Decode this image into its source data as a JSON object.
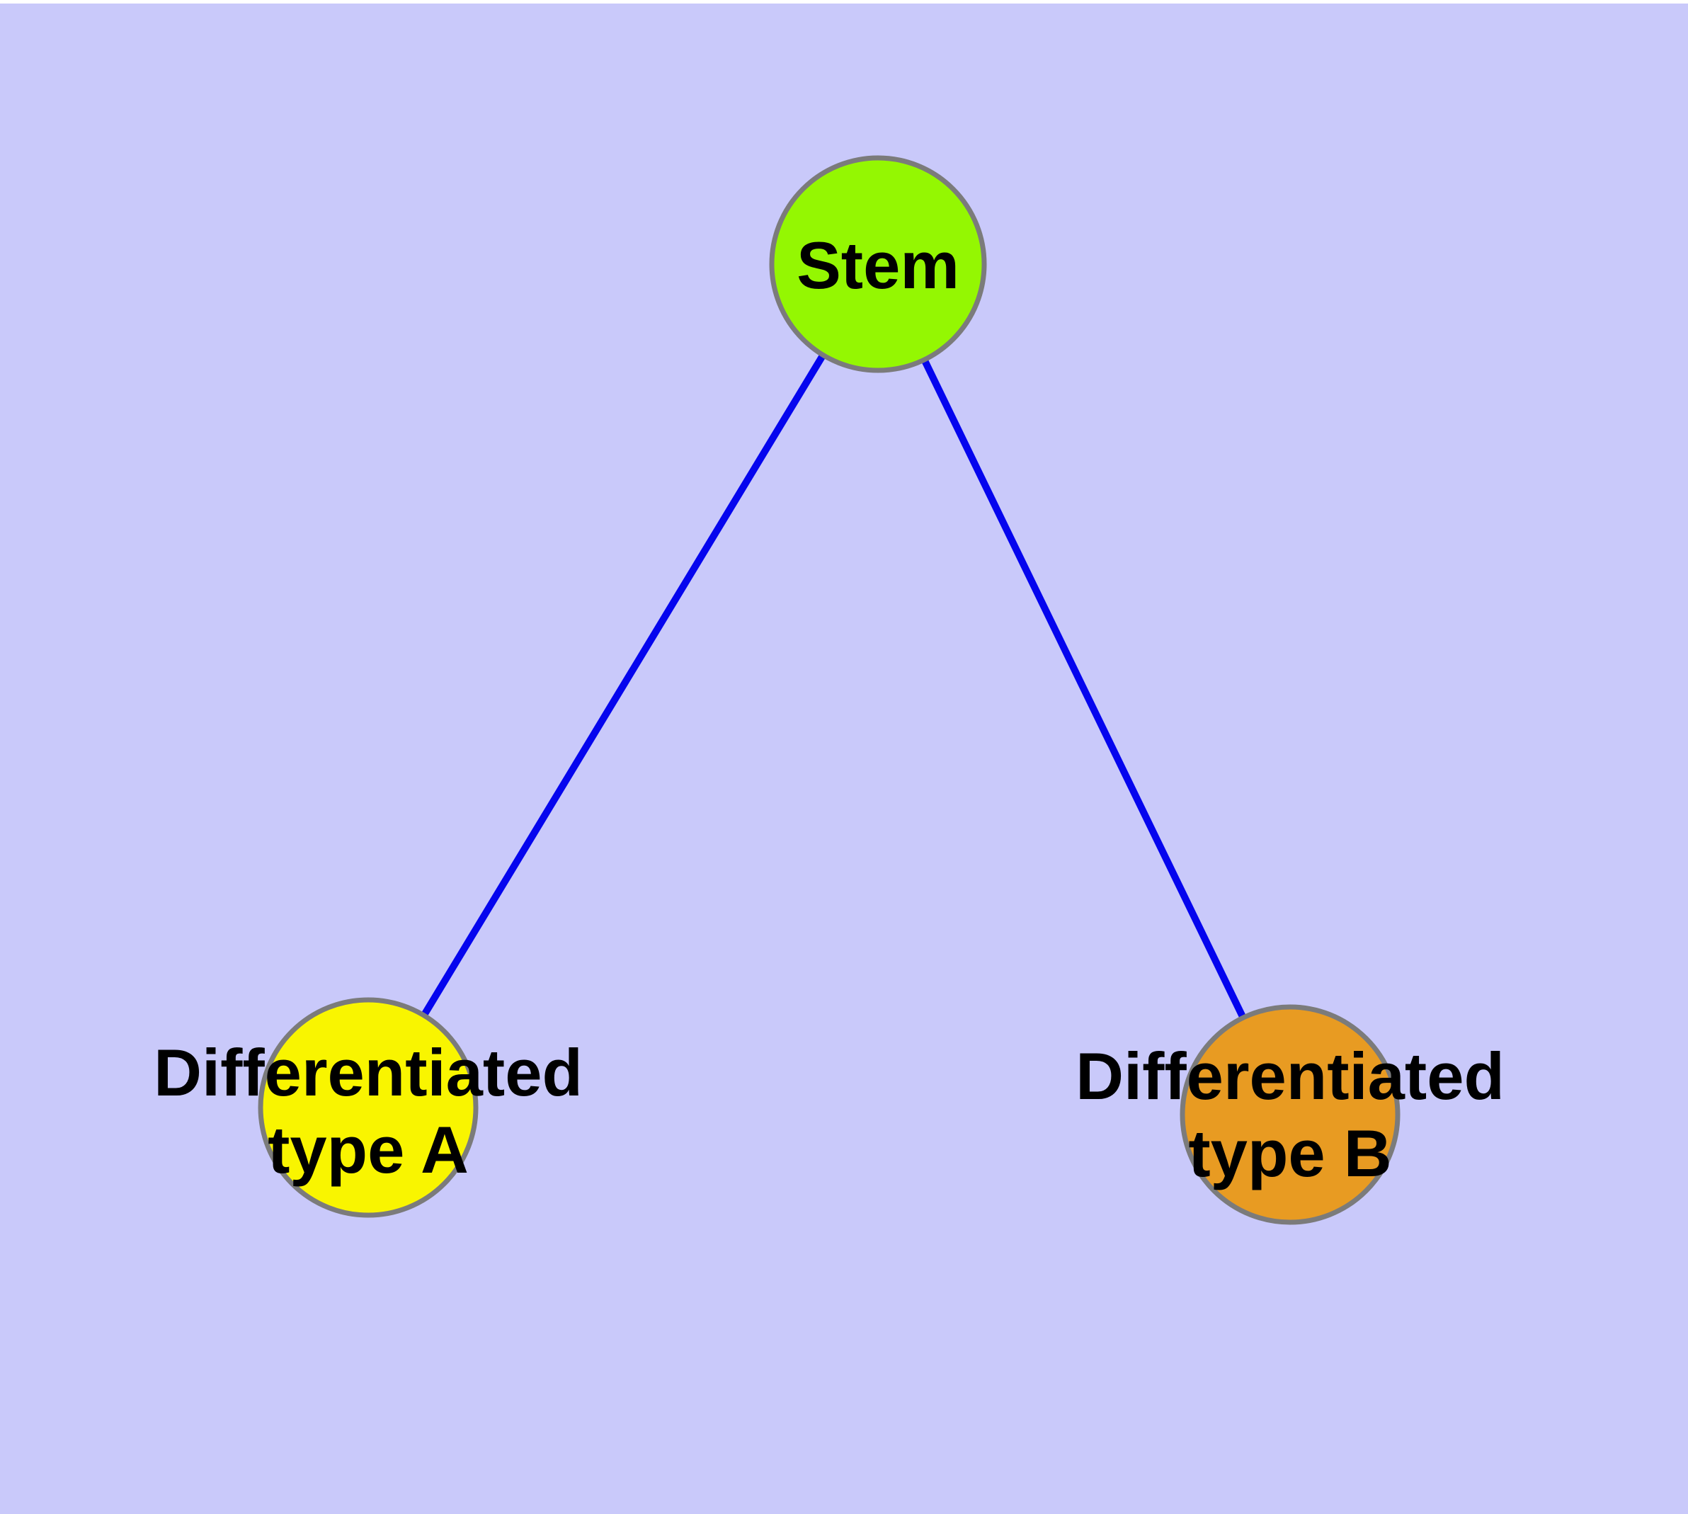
{
  "diagram": {
    "background_color": "#C9C9FA",
    "edge_color": "#0505EE",
    "node_border_color": "#7B7B7B",
    "label_color": "#000000",
    "nodes": [
      {
        "id": "stem",
        "label": "Stem",
        "fill": "#94F702"
      },
      {
        "id": "type-a",
        "label_line1": "Differentiated",
        "label_line2": "type A",
        "fill": "#F9F500"
      },
      {
        "id": "type-b",
        "label_line1": "Differentiated",
        "label_line2": "type B",
        "fill": "#E89B22"
      }
    ],
    "edges": [
      {
        "from": "Stem",
        "to": "Differentiated type A"
      },
      {
        "from": "Stem",
        "to": "Differentiated type B"
      }
    ]
  }
}
